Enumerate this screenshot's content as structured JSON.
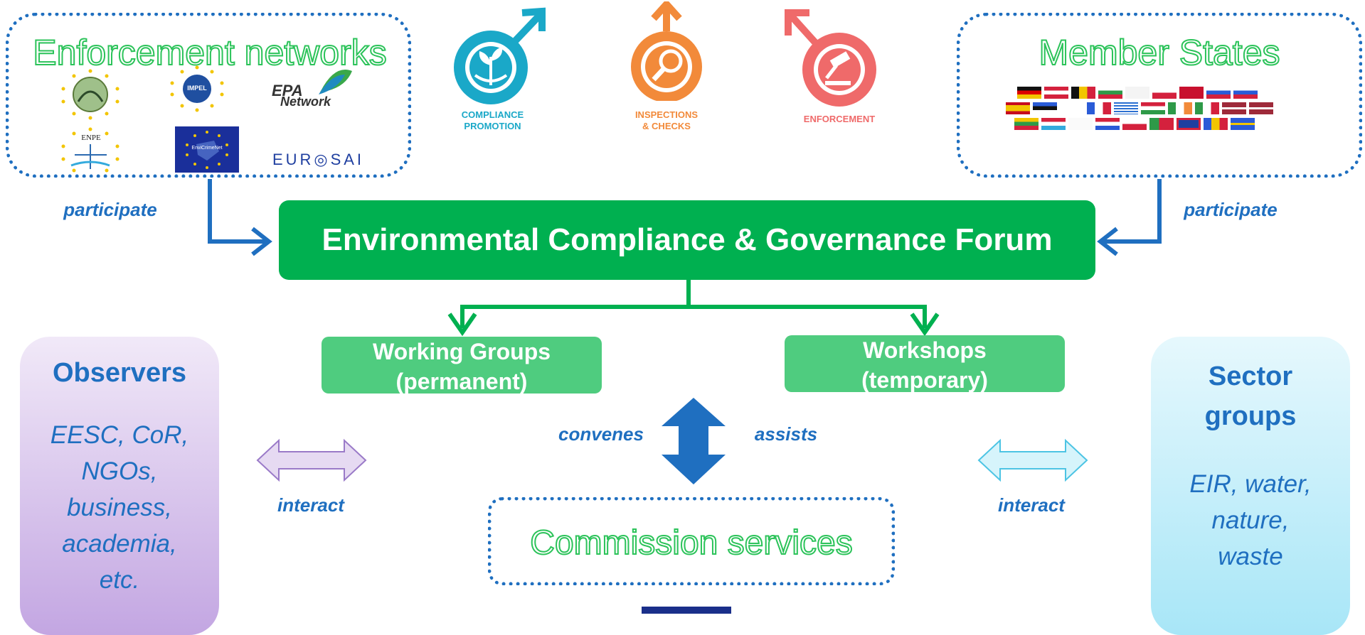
{
  "enforcement_networks": {
    "title": "Enforcement networks",
    "logos": {
      "epa_line1": "EPA",
      "epa_line2": "Network",
      "eurosai": "EUR◎SAI",
      "enpe": "ENPE",
      "impel": "IMPEL",
      "envicrimenet": "EnviCrimeNet"
    }
  },
  "member_states": {
    "title": "Member States"
  },
  "icons": [
    {
      "line1": "COMPLIANCE",
      "line2": "PROMOTION",
      "color": "#1aa8c8"
    },
    {
      "line1": "INSPECTIONS",
      "line2": "& CHECKS",
      "color": "#f28a3a"
    },
    {
      "line1": "ENFORCEMENT",
      "line2": "",
      "color": "#ef6a6a"
    }
  ],
  "labels": {
    "participate_left": "participate",
    "participate_right": "participate",
    "convenes": "convenes",
    "assists": "assists",
    "interact_left": "interact",
    "interact_right": "interact"
  },
  "forum": {
    "title": "Environmental Compliance & Governance Forum"
  },
  "working_groups": {
    "line1": "Working Groups",
    "line2": "(permanent)"
  },
  "workshops": {
    "line1": "Workshops",
    "line2": "(temporary)"
  },
  "observers": {
    "title": "Observers",
    "lines": [
      "EESC, CoR,",
      "NGOs,",
      "business,",
      "academia,",
      "etc."
    ]
  },
  "sector_groups": {
    "title_line1": "Sector",
    "title_line2": "groups",
    "lines": [
      "EIR, water,",
      "nature,",
      "waste"
    ]
  },
  "commission": {
    "title": "Commission services"
  },
  "colors": {
    "green": "#00b050",
    "light_green": "#4fcc7f",
    "blue": "#1f6fc0",
    "outline_green": "#2cc35a",
    "flag_red": "#d4213d",
    "flag_blue": "#2a5bd7",
    "flag_yellow": "#f2c500",
    "flag_green": "#2e9a48"
  }
}
